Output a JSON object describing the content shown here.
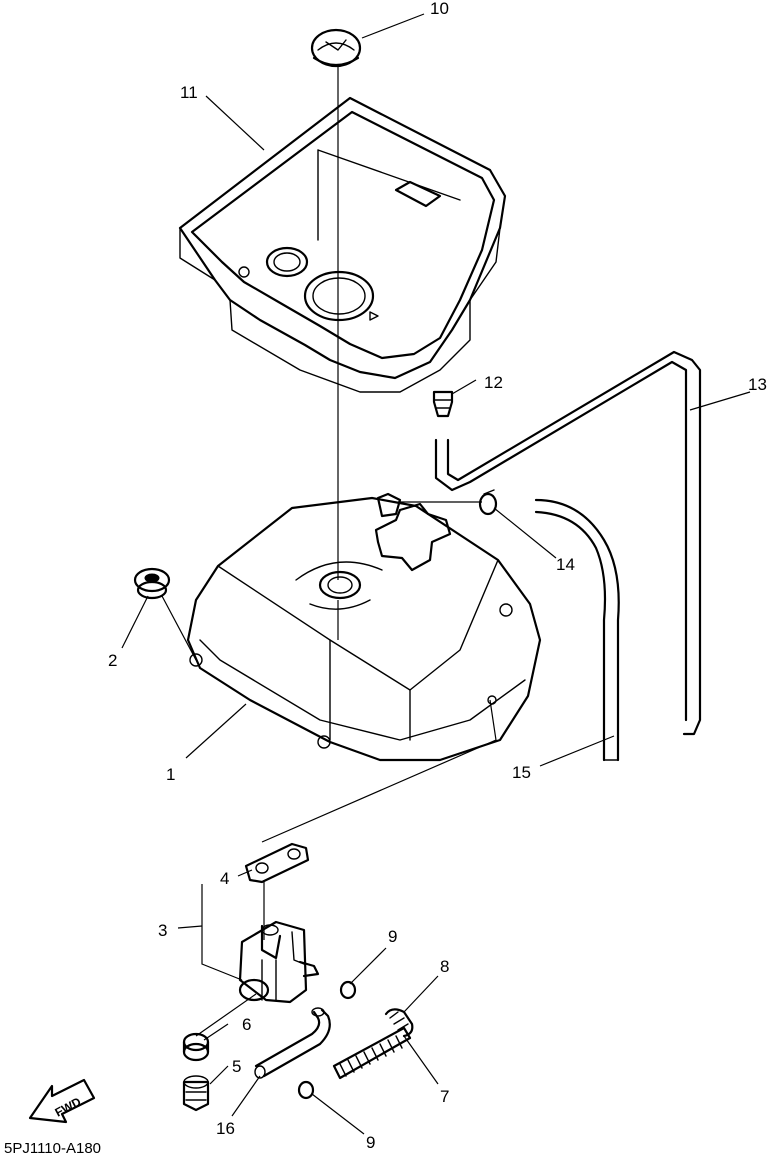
{
  "diagram": {
    "code": "5PJ1110-A180",
    "fwd_label": "FWD",
    "callouts": [
      {
        "id": "1",
        "text": "1"
      },
      {
        "id": "2",
        "text": "2"
      },
      {
        "id": "3",
        "text": "3"
      },
      {
        "id": "4",
        "text": "4"
      },
      {
        "id": "5",
        "text": "5"
      },
      {
        "id": "6",
        "text": "6"
      },
      {
        "id": "7",
        "text": "7"
      },
      {
        "id": "8",
        "text": "8"
      },
      {
        "id": "9a",
        "text": "9"
      },
      {
        "id": "9b",
        "text": "9"
      },
      {
        "id": "10",
        "text": "10"
      },
      {
        "id": "11",
        "text": "11"
      },
      {
        "id": "12",
        "text": "12"
      },
      {
        "id": "13",
        "text": "13"
      },
      {
        "id": "14",
        "text": "14"
      },
      {
        "id": "15",
        "text": "15"
      },
      {
        "id": "16",
        "text": "16"
      }
    ]
  }
}
